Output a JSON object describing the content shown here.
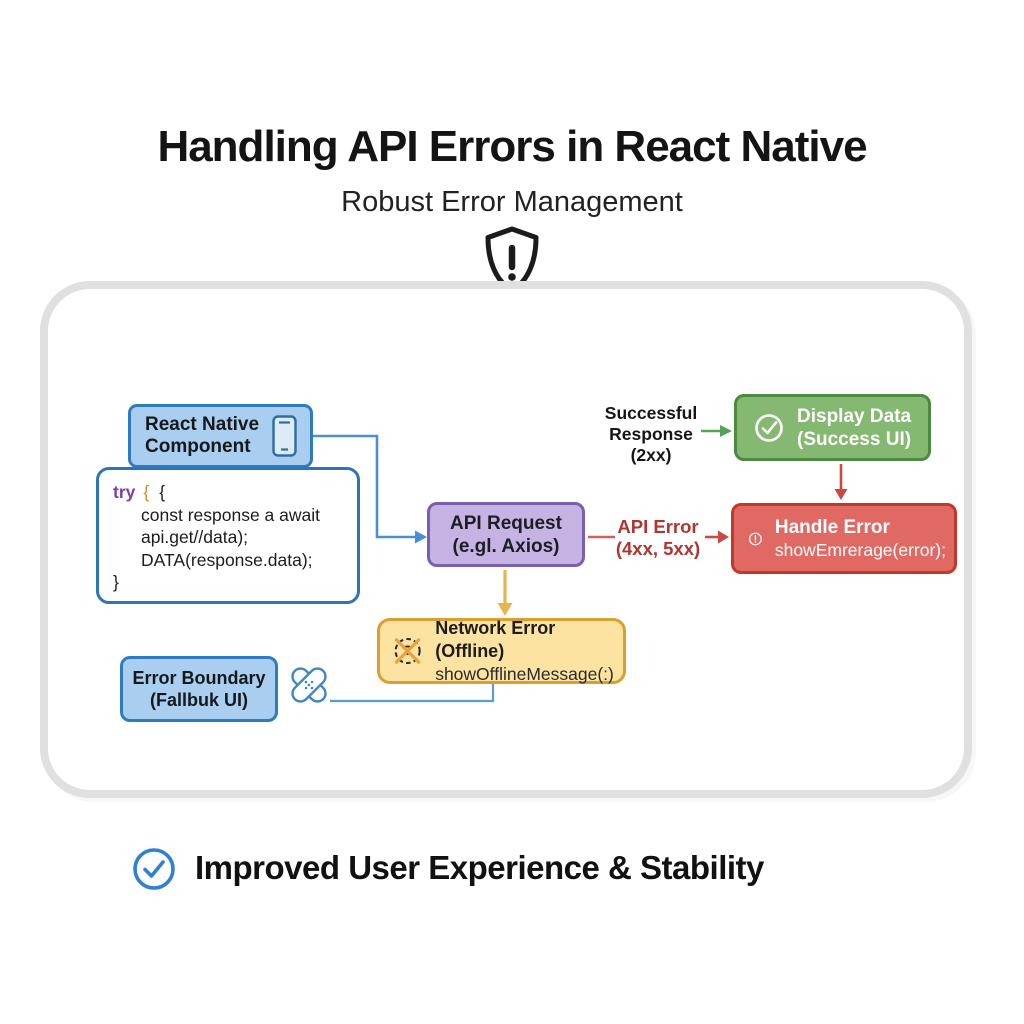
{
  "header": {
    "title": "Handling API Errors in React Native",
    "subtitle": "Robust Error Management"
  },
  "diagram": {
    "rn_component": {
      "line1": "React Native",
      "line2": "Component"
    },
    "code_block": {
      "keyword": "try",
      "brace_orange": "{",
      "brace_dark": "{",
      "line2": "const response a await",
      "line3": "api.get//data);",
      "line4": "DATA(response.data);",
      "line5": "}"
    },
    "api_request": {
      "line1": "API Request",
      "line2": "(e.gl. Axios)"
    },
    "successful_response": {
      "line1": "Successful",
      "line2": "Response",
      "line3": "(2xx)"
    },
    "display_data": {
      "line1": "Display Data",
      "line2": "(Success UI)"
    },
    "api_error": {
      "line1": "API Error",
      "line2": "(4xx, 5xx)"
    },
    "handle_error": {
      "line1": "Handle Error",
      "line2": "showEmrerage(error);"
    },
    "network_error": {
      "line1": "Network Error (Offline)",
      "line2": "showOfflineMessage(:)"
    },
    "error_boundary": {
      "line1": "Error Boundary",
      "line2": "(Fallbuk UI)"
    }
  },
  "footer": {
    "text": "Improved User Experience & Stability"
  },
  "icons": [
    "shield-alert-icon",
    "smartphone-icon",
    "check-circle-icon",
    "alert-circle-icon",
    "wifi-off-icon",
    "bandage-icon",
    "footer-check-icon"
  ],
  "colors": {
    "panel_border": "#e0e0e0",
    "blue_box_fill": "#a9ceef",
    "blue_box_border": "#2f7bc0",
    "purple_box_fill": "#c5b4e3",
    "purple_box_border": "#7a5fae",
    "green_box_fill": "#85b971",
    "green_box_border": "#4c8a3f",
    "red_box_fill": "#e16964",
    "red_box_border": "#c0392b",
    "yellow_box_fill": "#fce3a1",
    "yellow_box_border": "#d9a02f",
    "code_keyword_purple": "#7b3fa0",
    "code_brace_orange": "#d78a2e",
    "arrow_blue": "#4a8fd3",
    "arrow_green": "#55a25b",
    "arrow_red": "#cc4943",
    "arrow_yellow": "#e7b54d",
    "api_error_text": "#b03430",
    "footer_check_blue": "#2f80d6"
  }
}
